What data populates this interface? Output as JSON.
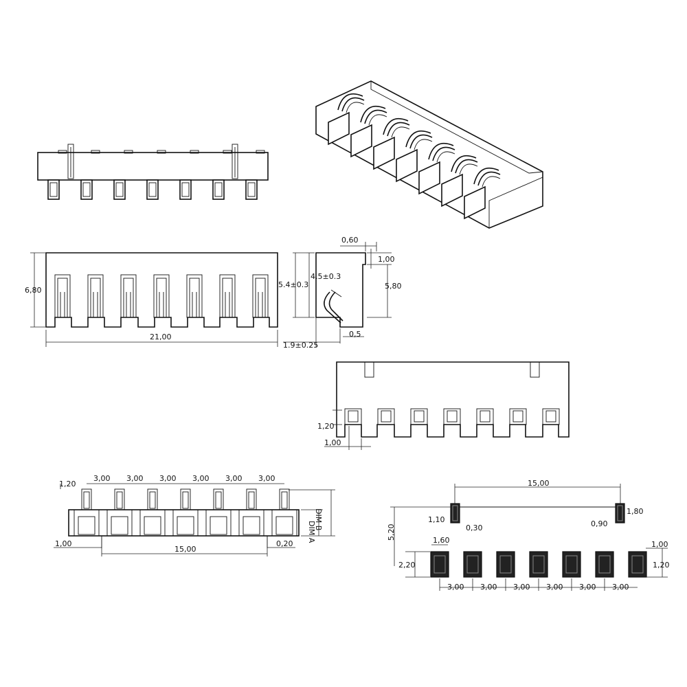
{
  "dimensions": {
    "top_front_width": "21,00",
    "top_front_height": "6,80",
    "side_top_offset": "0,60",
    "side_top_step": "1,00",
    "side_contact_height": "4.5±0.3",
    "side_height_a": "5.4±0.3",
    "side_body_height": "5,80",
    "side_contact_gap": "0,5",
    "side_bottom_offset": "1.9±0.25",
    "rear_pin_height": "1,20",
    "rear_pin_offset": "1,00",
    "bottom_pin_width": "1,20",
    "bottom_pitch": "3,00",
    "bottom_dim_b": "DIM B",
    "bottom_dim_a": "DIM A",
    "bottom_edge": "1,00",
    "bottom_span": "15,00",
    "bottom_tab": "0,20",
    "fp_span": "15,00",
    "fp_peg_h": "1,10",
    "fp_peg_w": "0,30",
    "fp_peg_h2": "1,80",
    "fp_peg_w2": "0,90",
    "fp_row_offset": "5,20",
    "fp_pad_w": "1,60",
    "fp_pad_h": "2,20",
    "fp_edge": "1,00",
    "fp_pad_h2": "1,20",
    "fp_pitch": "3,00"
  },
  "pin_count": 7
}
